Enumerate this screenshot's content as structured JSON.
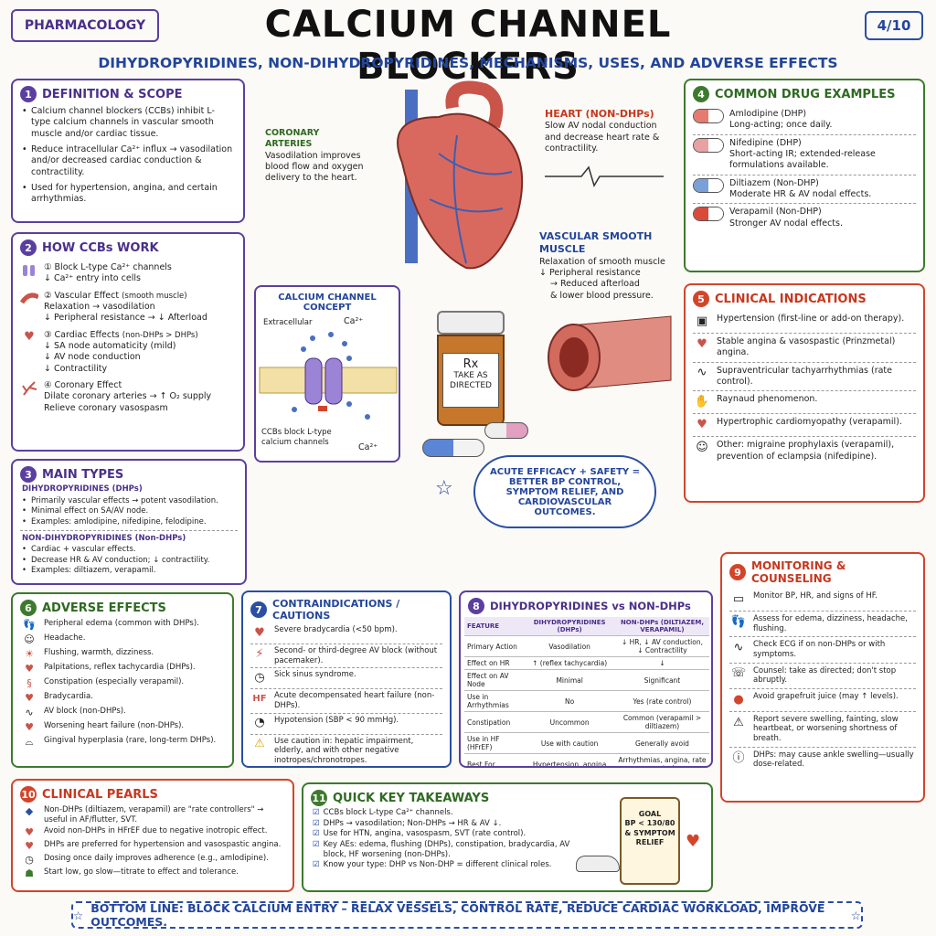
{
  "header": {
    "tag": "PHARMACOLOGY",
    "title": "CALCIUM CHANNEL BLOCKERS",
    "page": "4/10",
    "subtitle": "DIHYDROPYRIDINES, NON-DIHYDROPYRIDINES, MECHANISMS, USES, AND ADVERSE EFFECTS"
  },
  "s1": {
    "num": "1",
    "title": "DEFINITION & SCOPE",
    "items": [
      "Calcium channel blockers (CCBs) inhibit L-type calcium channels in vascular smooth muscle and/or cardiac tissue.",
      "Reduce intracellular Ca²⁺ influx → vasodilation and/or decreased cardiac conduction & contractility.",
      "Used for hypertension, angina, and certain arrhythmias."
    ]
  },
  "s2": {
    "num": "2",
    "title": "HOW CCBs WORK",
    "items": [
      {
        "icon": "channel-icon",
        "head": "① Block L-type Ca²⁺ channels",
        "lines": [
          "↓ Ca²⁺ entry into cells"
        ]
      },
      {
        "icon": "vessel-icon",
        "head": "② Vascular Effect",
        "note": "(smooth muscle)",
        "lines": [
          "Relaxation → vasodilation",
          "↓ Peripheral resistance → ↓ Afterload"
        ]
      },
      {
        "icon": "heart-icon",
        "head": "③ Cardiac Effects",
        "note": "(non-DHPs > DHPs)",
        "lines": [
          "↓ SA node automaticity (mild)",
          "↓ AV node conduction",
          "↓ Contractility"
        ]
      },
      {
        "icon": "coronary-icon",
        "head": "④ Coronary Effect",
        "lines": [
          "Dilate coronary arteries → ↑ O₂ supply",
          "Relieve coronary vasospasm"
        ]
      }
    ]
  },
  "s3": {
    "num": "3",
    "title": "MAIN TYPES",
    "dhp_title": "DIHYDROPYRIDINES (DHPs)",
    "dhp": [
      "Primarily vascular effects → potent vasodilation.",
      "Minimal effect on SA/AV node.",
      "Examples: amlodipine, nifedipine, felodipine."
    ],
    "ndhp_title": "NON-DIHYDROPYRIDINES (Non-DHPs)",
    "ndhp": [
      "Cardiac + vascular effects.",
      "Decrease HR & AV conduction; ↓ contractility.",
      "Examples: diltiazem, verapamil."
    ]
  },
  "center": {
    "coronary_title": "CORONARY ARTERIES",
    "coronary_text": "Vasodilation improves blood flow and oxygen delivery to the heart.",
    "heart_title": "HEART (NON-DHPs)",
    "heart_text": "Slow AV nodal conduction and decrease heart rate & contractility.",
    "vsm_title": "VASCULAR SMOOTH MUSCLE",
    "vsm_text": [
      "Relaxation of smooth muscle",
      "↓ Peripheral resistance",
      "→ Reduced afterload",
      "& lower blood pressure."
    ],
    "concept_title": "CALCIUM CHANNEL CONCEPT",
    "extracellular": "Extracellular",
    "ca": "Ca²⁺",
    "concept_caption": "CCBs block L-type calcium channels",
    "rx": "Rx",
    "rx_label": "TAKE AS DIRECTED",
    "cloud": "ACUTE EFFICACY + SAFETY = BETTER BP CONTROL, SYMPTOM RELIEF, AND CARDIOVASCULAR OUTCOMES."
  },
  "s4": {
    "num": "4",
    "title": "COMMON DRUG EXAMPLES",
    "drugs": [
      {
        "name": "Amlodipine (DHP)",
        "desc": "Long-acting; once daily.",
        "color": "#e57a6e"
      },
      {
        "name": "Nifedipine (DHP)",
        "desc": "Short-acting IR; extended-release formulations available.",
        "color": "#e8a0a0"
      },
      {
        "name": "Diltiazem (Non-DHP)",
        "desc": "Moderate HR & AV nodal effects.",
        "color": "#7aa0d8"
      },
      {
        "name": "Verapamil (Non-DHP)",
        "desc": "Stronger AV nodal effects.",
        "color": "#d94a3a"
      }
    ]
  },
  "s5": {
    "num": "5",
    "title": "CLINICAL INDICATIONS",
    "items": [
      {
        "icon": "bp-monitor-icon",
        "text": "Hypertension (first-line or add-on therapy)."
      },
      {
        "icon": "heart-pulse-icon",
        "text": "Stable angina & vasospastic (Prinzmetal) angina."
      },
      {
        "icon": "ecg-icon",
        "text": "Supraventricular tachyarrhythmias (rate control)."
      },
      {
        "icon": "hand-icon",
        "text": "Raynaud phenomenon."
      },
      {
        "icon": "heart-icon",
        "text": "Hypertrophic cardiomyopathy (verapamil)."
      },
      {
        "icon": "head-icon",
        "text": "Other: migraine prophylaxis (verapamil), prevention of eclampsia (nifedipine)."
      }
    ]
  },
  "s6": {
    "num": "6",
    "title": "ADVERSE EFFECTS",
    "items": [
      {
        "icon": "foot-icon",
        "text": "Peripheral edema (common with DHPs)."
      },
      {
        "icon": "head-icon",
        "text": "Headache."
      },
      {
        "icon": "flush-icon",
        "text": "Flushing, warmth, dizziness."
      },
      {
        "icon": "heart-icon",
        "text": "Palpitations, reflex tachycardia (DHPs)."
      },
      {
        "icon": "gut-icon",
        "text": "Constipation (especially verapamil)."
      },
      {
        "icon": "heart-icon",
        "text": "Bradycardia."
      },
      {
        "icon": "ecg-icon",
        "text": "AV block (non-DHPs)."
      },
      {
        "icon": "heart-icon",
        "text": "Worsening heart failure (non-DHPs)."
      },
      {
        "icon": "tooth-icon",
        "text": "Gingival hyperplasia (rare, long-term DHPs)."
      }
    ]
  },
  "s7": {
    "num": "7",
    "title": "CONTRAINDICATIONS / CAUTIONS",
    "items": [
      {
        "icon": "heart-icon",
        "text": "Severe bradycardia (<50 bpm)."
      },
      {
        "icon": "av-block-icon",
        "text": "Second- or third-degree AV block (without pacemaker)."
      },
      {
        "icon": "clock-icon",
        "text": "Sick sinus syndrome."
      },
      {
        "icon": "hf-icon",
        "text": "Acute decompensated heart failure (non-DHPs)."
      },
      {
        "icon": "gauge-icon",
        "text": "Hypotension (SBP < 90 mmHg)."
      },
      {
        "icon": "warning-icon",
        "text": "Use caution in: hepatic impairment, elderly, and with other negative inotropes/chronotropes."
      }
    ]
  },
  "s8": {
    "num": "8",
    "title": "DIHYDROPYRIDINES vs NON-DHPs",
    "columns": [
      "FEATURE",
      "DIHYDROPYRIDINES (DHPs)",
      "NON-DHPs (DILTIAZEM, VERAPAMIL)"
    ],
    "rows": [
      [
        "Primary Action",
        "Vasodilation",
        "↓ HR, ↓ AV conduction, ↓ Contractility"
      ],
      [
        "Effect on HR",
        "↑ (reflex tachycardia)",
        "↓"
      ],
      [
        "Effect on AV Node",
        "Minimal",
        "Significant"
      ],
      [
        "Use in Arrhythmias",
        "No",
        "Yes (rate control)"
      ],
      [
        "Constipation",
        "Uncommon",
        "Common (verapamil > diltiazem)"
      ],
      [
        "Use in HF (HFrEF)",
        "Use with caution",
        "Generally avoid"
      ],
      [
        "Best For",
        "Hypertension, angina",
        "Arrhythmias, angina, rate control"
      ]
    ]
  },
  "s9": {
    "num": "9",
    "title": "MONITORING & COUNSELING",
    "items": [
      {
        "icon": "monitor-icon",
        "text": "Monitor BP, HR, and signs of HF."
      },
      {
        "icon": "foot-icon",
        "text": "Assess for edema, dizziness, headache, flushing."
      },
      {
        "icon": "ecg-icon",
        "text": "Check ECG if on non-DHPs or with symptoms."
      },
      {
        "icon": "talk-icon",
        "text": "Counsel: take as directed; don't stop abruptly."
      },
      {
        "icon": "grapefruit-icon",
        "text": "Avoid grapefruit juice (may ↑ levels)."
      },
      {
        "icon": "warning-icon",
        "text": "Report severe swelling, fainting, slow heartbeat, or worsening shortness of breath."
      },
      {
        "icon": "info-icon",
        "text": "DHPs: may cause ankle swelling—usually dose-related."
      }
    ]
  },
  "s10": {
    "num": "10",
    "title": "CLINICAL PEARLS",
    "items": [
      {
        "icon": "gem-icon",
        "text": "Non-DHPs (diltiazem, verapamil) are \"rate controllers\" → useful in AF/flutter, SVT."
      },
      {
        "icon": "heart-icon",
        "text": "Avoid non-DHPs in HFrEF due to negative inotropic effect."
      },
      {
        "icon": "heart-icon",
        "text": "DHPs are preferred for hypertension and vasospastic angina."
      },
      {
        "icon": "clock-icon",
        "text": "Dosing once daily improves adherence (e.g., amlodipine)."
      },
      {
        "icon": "turtle-icon",
        "text": "Start low, go slow—titrate to effect and tolerance."
      }
    ]
  },
  "s11": {
    "num": "11",
    "title": "QUICK KEY TAKEAWAYS",
    "items": [
      "CCBs block L-type Ca²⁺ channels.",
      "DHPs → vasodilation; Non-DHPs → HR & AV ↓.",
      "Use for HTN, angina, vasospasm, SVT (rate control).",
      "Key AEs: edema, flushing (DHPs), constipation, bradycardia, AV block, HF worsening (non-DHPs).",
      "Know your type: DHP vs Non-DHP = different clinical roles."
    ],
    "goal": [
      "GOAL",
      "BP < 130/80",
      "& SYMPTOM",
      "RELIEF"
    ]
  },
  "bottom": "BOTTOM LINE: BLOCK CALCIUM ENTRY – RELAX VESSELS, CONTROL RATE, REDUCE CARDIAC WORKLOAD, IMPROVE OUTCOMES."
}
